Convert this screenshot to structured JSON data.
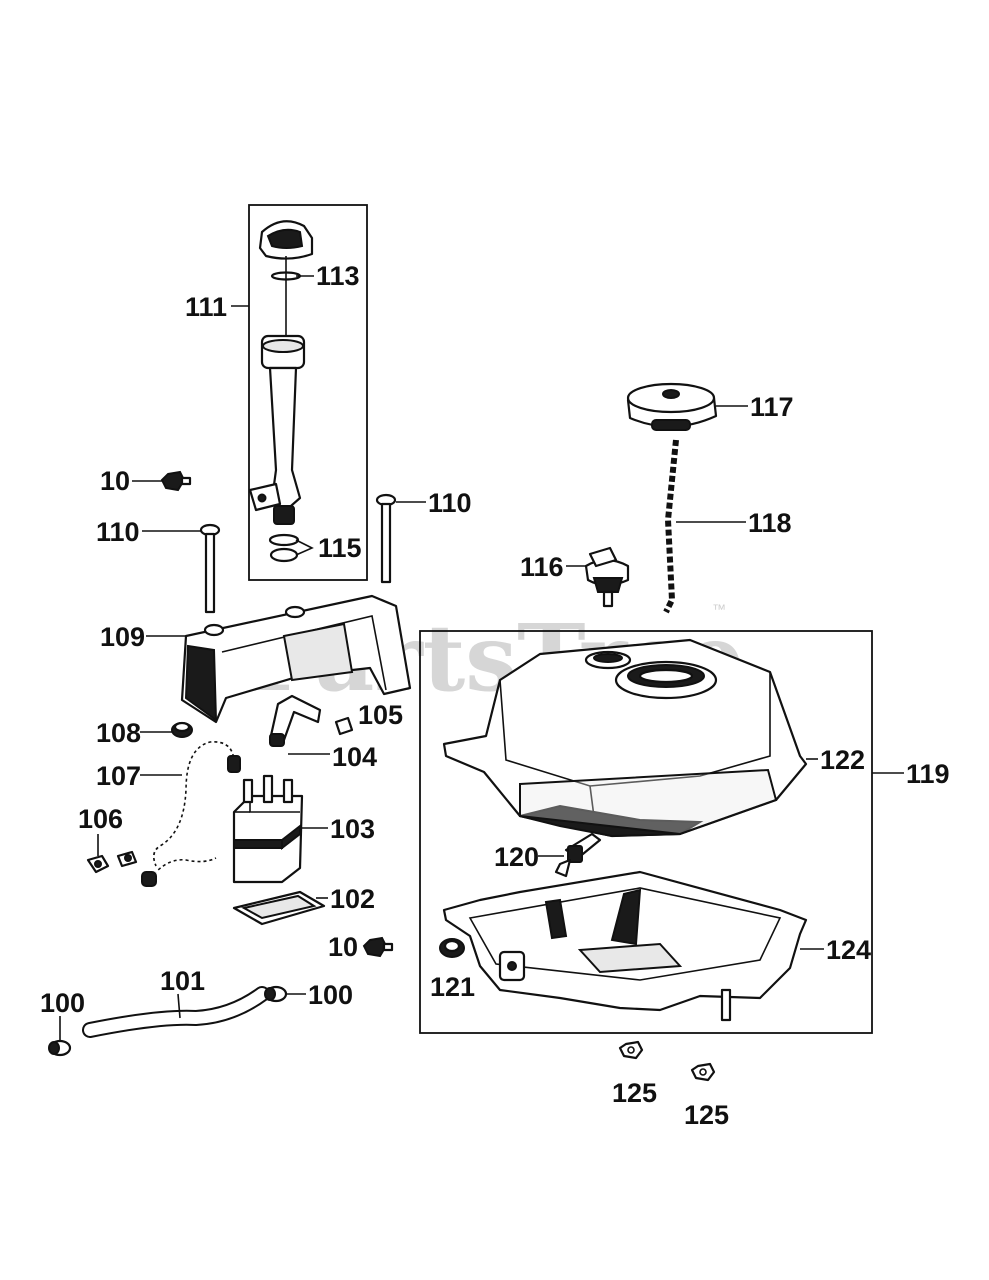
{
  "watermark": {
    "text": "PartsTree",
    "trademark": "™"
  },
  "labels": {
    "l10a": "10",
    "l10b": "10",
    "l100a": "100",
    "l100b": "100",
    "l101": "101",
    "l102": "102",
    "l103": "103",
    "l104": "104",
    "l105": "105",
    "l106": "106",
    "l107": "107",
    "l108": "108",
    "l109": "109",
    "l110a": "110",
    "l110b": "110",
    "l111": "111",
    "l113": "113",
    "l115": "115",
    "l116": "116",
    "l117": "117",
    "l118": "118",
    "l119": "119",
    "l120": "120",
    "l121": "121",
    "l122": "122",
    "l124": "124",
    "l125a": "125",
    "l125b": "125"
  }
}
